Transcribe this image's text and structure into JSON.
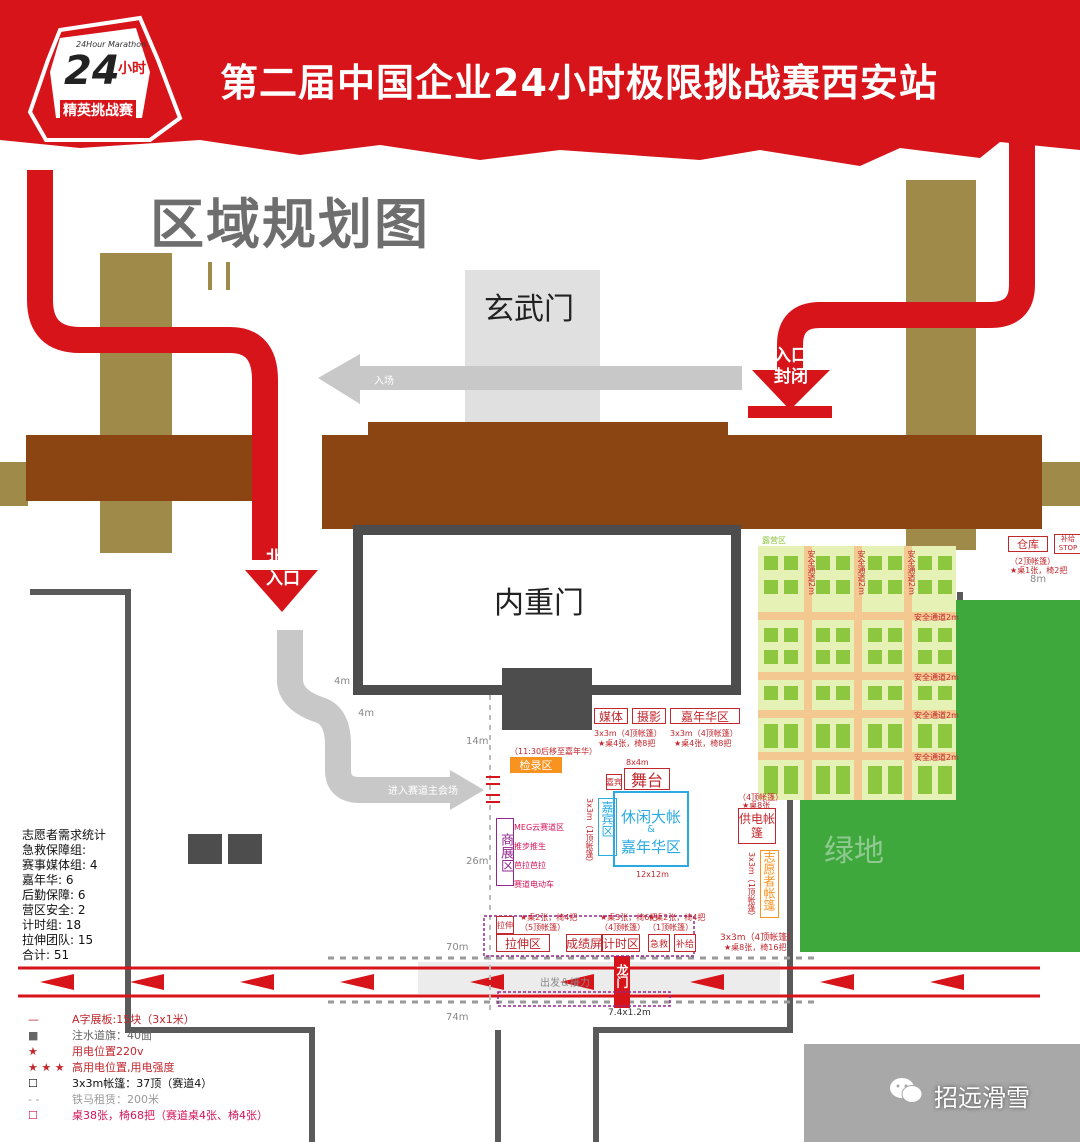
{
  "header": {
    "title": "第二届中国企业24小时极限挑战赛西安站",
    "logo_top": "24Hour Marathon",
    "logo_num": "24",
    "logo_unit": "小时",
    "logo_name": "精英挑战赛"
  },
  "subtitle": "区域规划图",
  "gates": {
    "xuanwu": "玄武门",
    "inner": "内重门",
    "long": "龙门"
  },
  "arrows": {
    "entry_closed": "入口封闭",
    "north_entry": "北门入口",
    "enter_field": "入场",
    "enter_main": "进入赛道主会场",
    "start_relay": "出发＆接力"
  },
  "dims": {
    "d4m_a": "4m",
    "d4m_b": "4m",
    "d14m": "14m",
    "d26m": "26m",
    "d70m": "70m",
    "d74m": "74m",
    "d8m": "8m",
    "d8x4": "8x4m",
    "d12x12": "12x12m",
    "d74x12": "7.4x1.2m"
  },
  "zones": {
    "media": "媒体",
    "photo": "摄影",
    "carnival": "嘉年华区",
    "tent_a": "3x3m（4顶帐篷）",
    "tent_b": "3x3m（4顶帐篷）",
    "tent_a_sub": "★桌4张，椅8把",
    "tent_b_sub": "★桌4张，椅8把",
    "move_note": "（11:30后移至嘉年华）",
    "check": "检录区",
    "stage": "舞台",
    "stage_side": "嘉宾",
    "guest_zone": "嘉宾区",
    "guest_tent": "3x3m（1顶帐篷）",
    "lounge1": "休闲大帐",
    "lounge_and": "&",
    "lounge2": "嘉年华区",
    "expo": "商展区",
    "expo_items": [
      "MEG云赛道区",
      "推步推生",
      "芭拉芭拉",
      "赛道电动车"
    ],
    "power": "供电帐篷",
    "power_top": "（4顶帐篷）",
    "power_top2": "★桌8张",
    "volunteer": "志愿者帐篷",
    "volunteer_dim": "3x3m（1顶帐篷）",
    "stretch_side": "拉伸",
    "stretch": "拉伸区",
    "stretch_tent": "（5顶帐篷）",
    "stretch_sub": "★桌2张，椅4把",
    "score": "成绩屏",
    "timing": "计时区",
    "timing_tent": "（4顶帐篷）",
    "timing_sub": "★桌3张，椅6把",
    "first_aid": "急救",
    "supply": "补给",
    "aid_tent": "（1顶帐篷）",
    "aid_sub": "★桌2张，椅4把",
    "right_tent": "3x3m（4顶帐篷）",
    "right_tent_sub": "★桌8张，椅16把",
    "camp": "露营区",
    "safe_lane": "安全通道2m",
    "warehouse": "仓库",
    "warehouse_sub": "（2顶帐篷）",
    "warehouse_sub2": "★桌1张，椅2把",
    "stop_sign": "补给STOP",
    "green": "绿地"
  },
  "volunteers": {
    "title": "志愿者需求统计",
    "rows": [
      "急救保障组:",
      "赛事媒体组: 4",
      "嘉年华: 6",
      "后勤保障: 6",
      "营区安全: 2",
      "计时组: 18",
      "拉伸团队: 15",
      "合计: 51"
    ]
  },
  "legend": [
    {
      "mark": "—",
      "text": "A字展板:15块（3x1米）",
      "color": "#c1272d"
    },
    {
      "mark": "■",
      "text": "注水道旗：40面",
      "color": "#666666"
    },
    {
      "mark": "★",
      "text": "用电位置220v",
      "color": "#c1272d"
    },
    {
      "mark": "★ ★ ★",
      "text": "高用电位置,用电强度",
      "color": "#c1272d"
    },
    {
      "mark": "☐",
      "text": "3x3m帐篷：37顶（赛道4）",
      "color": "#111111"
    },
    {
      "mark": "- -",
      "text": "铁马租赁：200米",
      "color": "#999999"
    },
    {
      "mark": "☐",
      "text": "桌38张，椅68把（赛道桌4张、椅4张）",
      "color": "#d4145a"
    }
  ],
  "watermark": "招远滑雪",
  "colors": {
    "red": "#d7141a",
    "brown": "#8b4513",
    "olive": "#a08a4a",
    "gray_track": "#5a5a5a",
    "green": "#3ea83c",
    "camp": "#e6f2b5",
    "lane": "#f3c891"
  }
}
